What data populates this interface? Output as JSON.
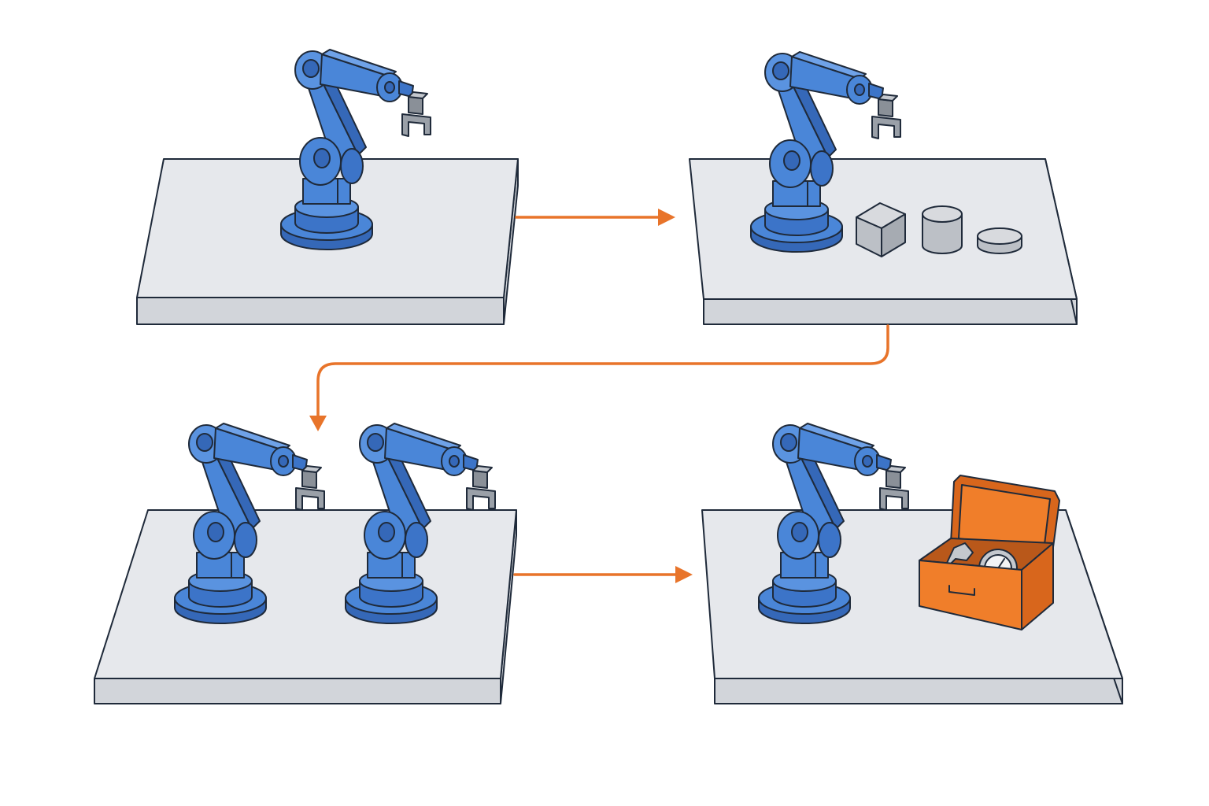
{
  "colors": {
    "background": "#ffffff",
    "platform_top": "#e6e8ec",
    "platform_side": "#d2d5da",
    "outline": "#1f2a3a",
    "robot_main": "#4a86d8",
    "robot_light": "#6fa2e8",
    "robot_dark": "#3568b8",
    "gripper": "#9aa0a8",
    "gripper_light": "#c4c8ce",
    "object_light": "#d8dade",
    "object_mid": "#bcc0c6",
    "object_dark": "#a6abb2",
    "toolbox_main": "#f07e2a",
    "toolbox_dark": "#d8661c",
    "connector": "#e8742a"
  },
  "icons": [
    "robot-arm-icon",
    "gripper-icon",
    "cube-icon",
    "cylinder-icon",
    "disc-icon",
    "toolbox-icon",
    "wrench-icon",
    "gauge-icon",
    "arrow-icon"
  ],
  "panels": [
    {
      "id": "panel-1",
      "robots": 1,
      "objects": []
    },
    {
      "id": "panel-2",
      "robots": 1,
      "objects": [
        "cube",
        "cylinder",
        "disc"
      ]
    },
    {
      "id": "panel-3",
      "robots": 2,
      "objects": []
    },
    {
      "id": "panel-4",
      "robots": 1,
      "objects": [
        "toolbox",
        "wrench",
        "gauge"
      ]
    }
  ],
  "connections": [
    {
      "from": "panel-1",
      "to": "panel-2"
    },
    {
      "from": "panel-2",
      "to": "panel-3"
    },
    {
      "from": "panel-3",
      "to": "panel-4"
    }
  ]
}
